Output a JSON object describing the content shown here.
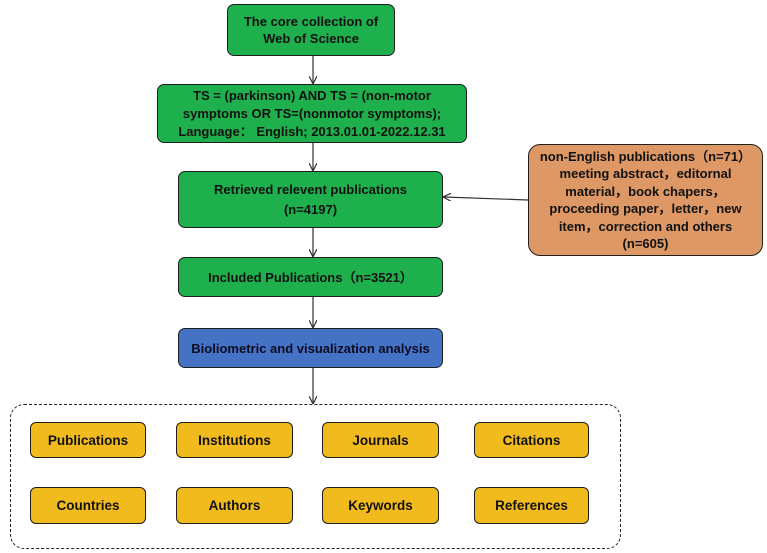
{
  "flowchart": {
    "source": [
      "The core collection of",
      "Web of Science"
    ],
    "query": [
      "TS = (parkinson) AND TS = (non-motor",
      "symptoms OR TS=(nonmotor symptoms);",
      "Language： English; 2013.01.01-2022.12.31"
    ],
    "retrieved": [
      "Retrieved relevent publications",
      "(n=4197)"
    ],
    "included": "Included Publications（n=3521）",
    "analysis": "Bioliometric and visualization analysis",
    "excluded": [
      "non-English publications（n=71）",
      "meeting abstract，editornal",
      "material，book chapers，",
      "proceeding paper，letter，new",
      "item，correction and others",
      "(n=605)"
    ],
    "outputs_row1": [
      "Publications",
      "Institutions",
      "Journals",
      "Citations"
    ],
    "outputs_row2": [
      "Countries",
      "Authors",
      "Keywords",
      "References"
    ]
  },
  "colors": {
    "green": "#1fb04e",
    "blue": "#4472c4",
    "orange": "#de9865",
    "yellow": "#f2bb1d",
    "line": "#333333"
  }
}
